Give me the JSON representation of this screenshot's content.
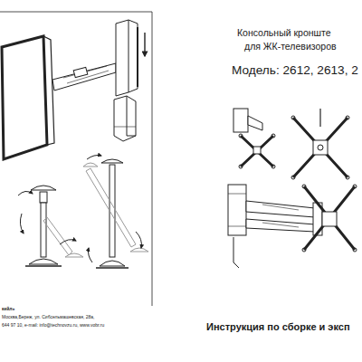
{
  "diagram": {
    "labels": [
      "Консольный кронште",
      "для ЖК-телевизоров",
      "Модель: 2612, 2613, 2",
      "Инструкция по сборке и эксп",
      "кейл»",
      "Москва,Береж, ул. Сибсельмашевская, 28а,",
      "644 97 10, e-mail: info@technovzu.ru, www.vobr.ru"
    ]
  }
}
